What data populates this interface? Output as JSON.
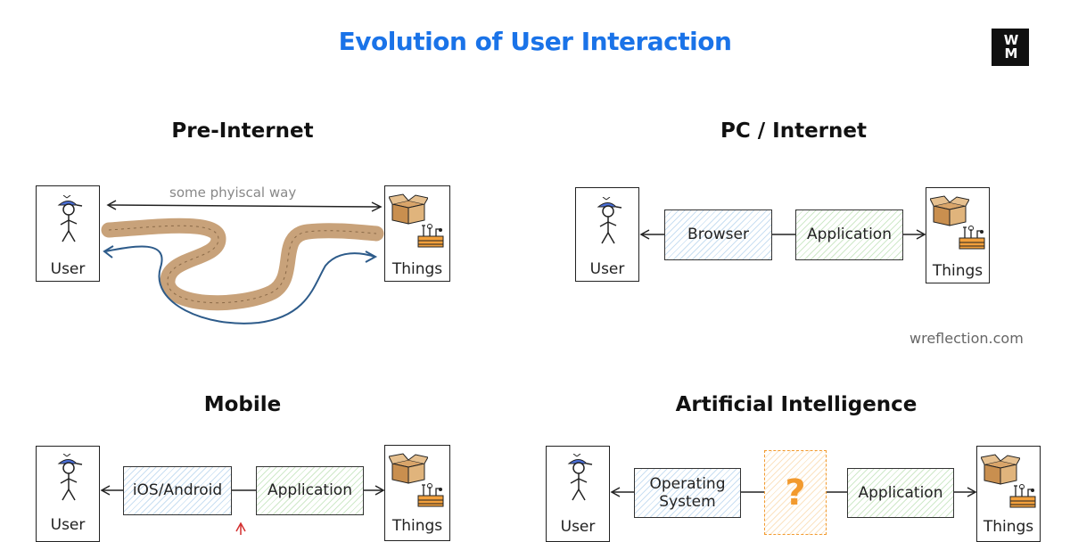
{
  "title": "Evolution of User Interaction",
  "logo": {
    "line1": "W",
    "line2": "M"
  },
  "watermark": "wreflection.com",
  "sections": {
    "pre_internet": {
      "title": "Pre-Internet",
      "user_label": "User",
      "things_label": "Things",
      "path_label": "some phyiscal way"
    },
    "pc_internet": {
      "title": "PC / Internet",
      "user_label": "User",
      "things_label": "Things",
      "browser_label": "Browser",
      "application_label": "Application"
    },
    "mobile": {
      "title": "Mobile",
      "user_label": "User",
      "things_label": "Things",
      "os_label": "iOS/Android",
      "application_label": "Application"
    },
    "ai": {
      "title": "Artificial Intelligence",
      "user_label": "User",
      "things_label": "Things",
      "os_label": "Operating System",
      "unknown_label": "?",
      "application_label": "Application"
    }
  },
  "colors": {
    "title": "#1a73e8",
    "hatch_blue": "#c9dff2",
    "hatch_green": "#cfe9c9",
    "question": "#f29a2e",
    "road": "#c8a27a",
    "return_arrow": "#2d5b8a",
    "up_arrow": "#d32f2f"
  },
  "icons": [
    "user-stick-figure-icon",
    "box-icon",
    "toolbox-icon"
  ]
}
